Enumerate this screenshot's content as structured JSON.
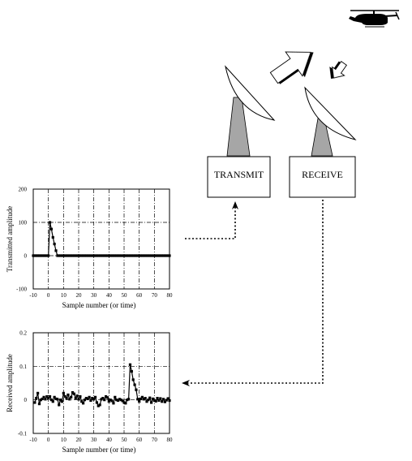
{
  "boxes": {
    "transmit_label": "TRANSMIT",
    "receive_label": "RECEIVE"
  },
  "chart_data": [
    {
      "type": "scatter",
      "xlabel": "Sample number (or time)",
      "ylabel": "Transmitted amplitude",
      "xlim": [
        -10,
        80
      ],
      "ylim": [
        -100,
        200
      ],
      "x_ticks": [
        "-10",
        "0",
        "10",
        "20",
        "30",
        "40",
        "50",
        "60",
        "70",
        "80"
      ],
      "y_ticks": [
        "-100",
        "0",
        "100",
        "200"
      ],
      "grid": "dash-dot",
      "points": [
        [
          -10,
          0
        ],
        [
          -9,
          0
        ],
        [
          -8,
          0
        ],
        [
          -7,
          0
        ],
        [
          -6,
          0
        ],
        [
          -5,
          0
        ],
        [
          -4,
          0
        ],
        [
          -3,
          0
        ],
        [
          -2,
          0
        ],
        [
          -1,
          0
        ],
        [
          0,
          0
        ],
        [
          1,
          100
        ],
        [
          2,
          80
        ],
        [
          3,
          55
        ],
        [
          4,
          35
        ],
        [
          5,
          15
        ],
        [
          6,
          0
        ],
        [
          7,
          0
        ],
        [
          8,
          0
        ],
        [
          9,
          0
        ],
        [
          10,
          0
        ],
        [
          11,
          0
        ],
        [
          12,
          0
        ],
        [
          13,
          0
        ],
        [
          14,
          0
        ],
        [
          15,
          0
        ],
        [
          16,
          0
        ],
        [
          17,
          0
        ],
        [
          18,
          0
        ],
        [
          19,
          0
        ],
        [
          20,
          0
        ],
        [
          21,
          0
        ],
        [
          22,
          0
        ],
        [
          23,
          0
        ],
        [
          24,
          0
        ],
        [
          25,
          0
        ],
        [
          26,
          0
        ],
        [
          27,
          0
        ],
        [
          28,
          0
        ],
        [
          29,
          0
        ],
        [
          30,
          0
        ],
        [
          31,
          0
        ],
        [
          32,
          0
        ],
        [
          33,
          0
        ],
        [
          34,
          0
        ],
        [
          35,
          0
        ],
        [
          36,
          0
        ],
        [
          37,
          0
        ],
        [
          38,
          0
        ],
        [
          39,
          0
        ],
        [
          40,
          0
        ],
        [
          41,
          0
        ],
        [
          42,
          0
        ],
        [
          43,
          0
        ],
        [
          44,
          0
        ],
        [
          45,
          0
        ],
        [
          46,
          0
        ],
        [
          47,
          0
        ],
        [
          48,
          0
        ],
        [
          49,
          0
        ],
        [
          50,
          0
        ],
        [
          51,
          0
        ],
        [
          52,
          0
        ],
        [
          53,
          0
        ],
        [
          54,
          0
        ],
        [
          55,
          0
        ],
        [
          56,
          0
        ],
        [
          57,
          0
        ],
        [
          58,
          0
        ],
        [
          59,
          0
        ],
        [
          60,
          0
        ],
        [
          61,
          0
        ],
        [
          62,
          0
        ],
        [
          63,
          0
        ],
        [
          64,
          0
        ],
        [
          65,
          0
        ],
        [
          66,
          0
        ],
        [
          67,
          0
        ],
        [
          68,
          0
        ],
        [
          69,
          0
        ],
        [
          70,
          0
        ],
        [
          71,
          0
        ],
        [
          72,
          0
        ],
        [
          73,
          0
        ],
        [
          74,
          0
        ],
        [
          75,
          0
        ],
        [
          76,
          0
        ],
        [
          77,
          0
        ],
        [
          78,
          0
        ],
        [
          79,
          0
        ],
        [
          80,
          0
        ]
      ]
    },
    {
      "type": "scatter",
      "xlabel": "Sample number (or time)",
      "ylabel": "Received amplitude",
      "xlim": [
        -10,
        80
      ],
      "ylim": [
        -0.1,
        0.2
      ],
      "x_ticks": [
        "-10",
        "0",
        "10",
        "20",
        "30",
        "40",
        "50",
        "60",
        "70",
        "80"
      ],
      "y_ticks": [
        "-0.1",
        "0",
        "0.1",
        "0.2"
      ],
      "grid": "dash-dot",
      "points": [
        [
          -9,
          -0.008
        ],
        [
          -8,
          0.005
        ],
        [
          -7,
          0.02
        ],
        [
          -6,
          -0.012
        ],
        [
          -5,
          0.0
        ],
        [
          -4,
          0.003
        ],
        [
          -3,
          0.008
        ],
        [
          -2,
          0.002
        ],
        [
          -1,
          0.01
        ],
        [
          0,
          0.005
        ],
        [
          1,
          0.01
        ],
        [
          2,
          0.0
        ],
        [
          3,
          -0.005
        ],
        [
          4,
          0.008
        ],
        [
          5,
          0.003
        ],
        [
          6,
          0.002
        ],
        [
          7,
          -0.015
        ],
        [
          8,
          0.0
        ],
        [
          9,
          -0.005
        ],
        [
          10,
          0.02
        ],
        [
          11,
          0.01
        ],
        [
          12,
          0.005
        ],
        [
          13,
          0.015
        ],
        [
          14,
          0.002
        ],
        [
          15,
          0.008
        ],
        [
          16,
          0.022
        ],
        [
          17,
          0.018
        ],
        [
          18,
          0.005
        ],
        [
          19,
          0.012
        ],
        [
          20,
          0.002
        ],
        [
          21,
          0.01
        ],
        [
          22,
          -0.005
        ],
        [
          23,
          -0.01
        ],
        [
          24,
          0.0
        ],
        [
          25,
          0.005
        ],
        [
          26,
          0.003
        ],
        [
          27,
          0.008
        ],
        [
          28,
          -0.002
        ],
        [
          29,
          0.005
        ],
        [
          30,
          0.002
        ],
        [
          31,
          0.008
        ],
        [
          32,
          -0.008
        ],
        [
          33,
          -0.018
        ],
        [
          34,
          -0.015
        ],
        [
          35,
          0.002
        ],
        [
          36,
          0.005
        ],
        [
          37,
          0.0
        ],
        [
          38,
          0.01
        ],
        [
          39,
          0.007
        ],
        [
          40,
          -0.005
        ],
        [
          41,
          0.0
        ],
        [
          42,
          -0.003
        ],
        [
          43,
          -0.01
        ],
        [
          44,
          0.008
        ],
        [
          45,
          0.0
        ],
        [
          46,
          -0.002
        ],
        [
          47,
          0.002
        ],
        [
          48,
          0.0
        ],
        [
          49,
          -0.003
        ],
        [
          50,
          -0.008
        ],
        [
          51,
          -0.01
        ],
        [
          52,
          0.0
        ],
        [
          53,
          0.002
        ],
        [
          54,
          0.105
        ],
        [
          55,
          0.085
        ],
        [
          56,
          0.06
        ],
        [
          57,
          0.045
        ],
        [
          58,
          0.03
        ],
        [
          59,
          0.002
        ],
        [
          60,
          -0.005
        ],
        [
          61,
          0.003
        ],
        [
          62,
          0.008
        ],
        [
          63,
          0.002
        ],
        [
          64,
          0.005
        ],
        [
          65,
          -0.005
        ],
        [
          66,
          0.0
        ],
        [
          67,
          0.006
        ],
        [
          68,
          -0.008
        ],
        [
          69,
          0.003
        ],
        [
          70,
          -0.002
        ],
        [
          71,
          -0.004
        ],
        [
          72,
          0.005
        ],
        [
          73,
          -0.002
        ],
        [
          74,
          0.004
        ],
        [
          75,
          -0.005
        ],
        [
          76,
          0.002
        ],
        [
          77,
          -0.006
        ],
        [
          78,
          -0.001
        ],
        [
          79,
          0.004
        ],
        [
          80,
          -0.002
        ]
      ]
    }
  ]
}
